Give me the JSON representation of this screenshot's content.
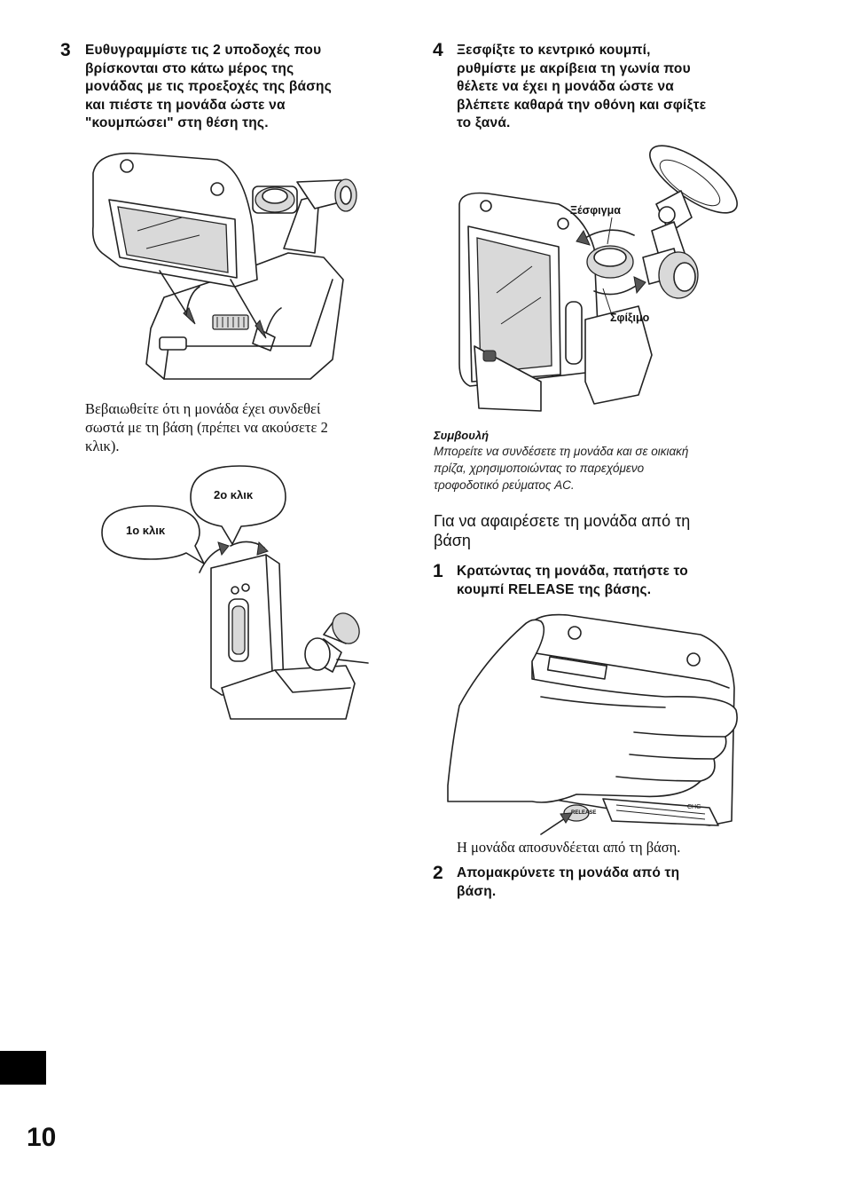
{
  "left": {
    "step3": {
      "num": "3",
      "lines": [
        "Ευθυγραμμίστε τις 2 υποδοχές που",
        "βρίσκονται στο κάτω μέρος της",
        "μονάδας με τις προεξοχές της βάσης",
        "και πιέστε τη μονάδα ώστε να",
        "\"κουμπώσει\" στη θέση της."
      ]
    },
    "confirm_lines": [
      "Βεβαιωθείτε ότι η μονάδα έχει συνδεθεί",
      "σωστά με τη βάση (πρέπει να ακούσετε 2",
      "κλικ)."
    ],
    "click1": "1ο κλικ",
    "click2": "2ο κλικ"
  },
  "right": {
    "step4": {
      "num": "4",
      "lines": [
        "Ξεσφίξτε το κεντρικό κουμπί,",
        "ρυθμίστε με ακρίβεια τη γωνία που",
        "θέλετε να έχει η μονάδα ώστε να",
        "βλέπετε καθαρά την οθόνη και σφίξτε",
        "το ξανά."
      ]
    },
    "loosen": "Ξέσφιγμα",
    "tighten": "Σφίξιμο",
    "tip": {
      "title": "Συμβουλή",
      "lines": [
        "Μπορείτε να συνδέσετε τη μονάδα και σε οικιακή",
        "πρίζα, χρησιμοποιώντας το παρεχόμενο",
        "τροφοδοτικό ρεύματος AC."
      ]
    },
    "section_lines": [
      "Για να αφαιρέσετε τη μονάδα από τη",
      "βάση"
    ],
    "step1": {
      "num": "1",
      "lines": [
        "Κρατώντας τη μονάδα, πατήστε το",
        "κουμπί RELEASE της βάσης."
      ]
    },
    "release_label": "RELEASE",
    "chg_label": "CHG",
    "detach_note": "Η μονάδα αποσυνδέεται από τη βάση.",
    "step2": {
      "num": "2",
      "lines": [
        "Απομακρύνετε τη μονάδα από τη",
        "βάση."
      ]
    }
  },
  "page_number": "10"
}
